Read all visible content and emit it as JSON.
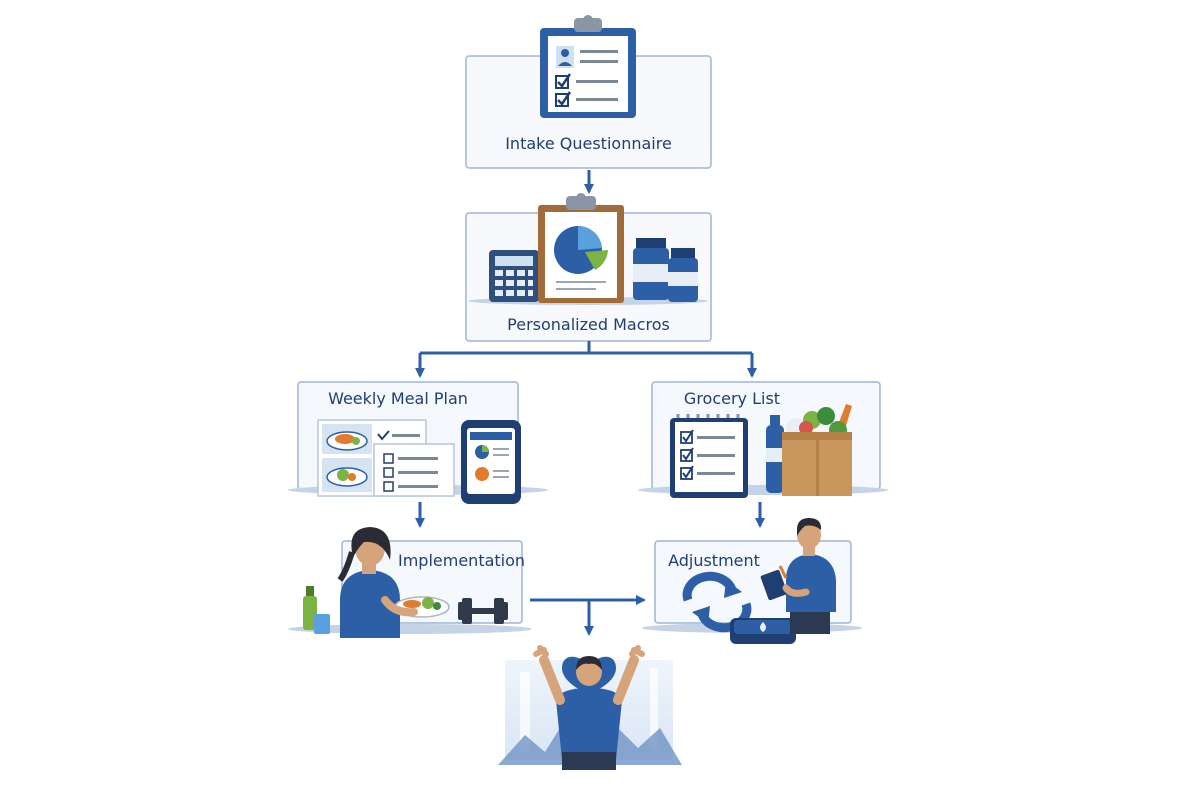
{
  "colors": {
    "primary": "#2d5fa6",
    "dark": "#1f3f73",
    "accent_green": "#7cb342",
    "panel_bg": "#f2f6fb",
    "panel_border": "#9db5d6"
  },
  "nodes": {
    "intake": {
      "label": "Intake Questionnaire",
      "icon": "clipboard-questionnaire-icon"
    },
    "macros": {
      "label": "Personalized Macros",
      "icon": "pie-chart-clipboard-icon"
    },
    "meal_plan": {
      "label": "Weekly Meal Plan",
      "icon": "meal-plan-phone-icon"
    },
    "grocery": {
      "label": "Grocery List",
      "icon": "grocery-bag-checklist-icon"
    },
    "implementation": {
      "label": "Implementation",
      "icon": "woman-with-plate-icon"
    },
    "adjustment": {
      "label": "Adjustment",
      "icon": "refresh-cycle-icon"
    },
    "success": {
      "label": "",
      "icon": "celebrating-person-heart-icon"
    }
  }
}
